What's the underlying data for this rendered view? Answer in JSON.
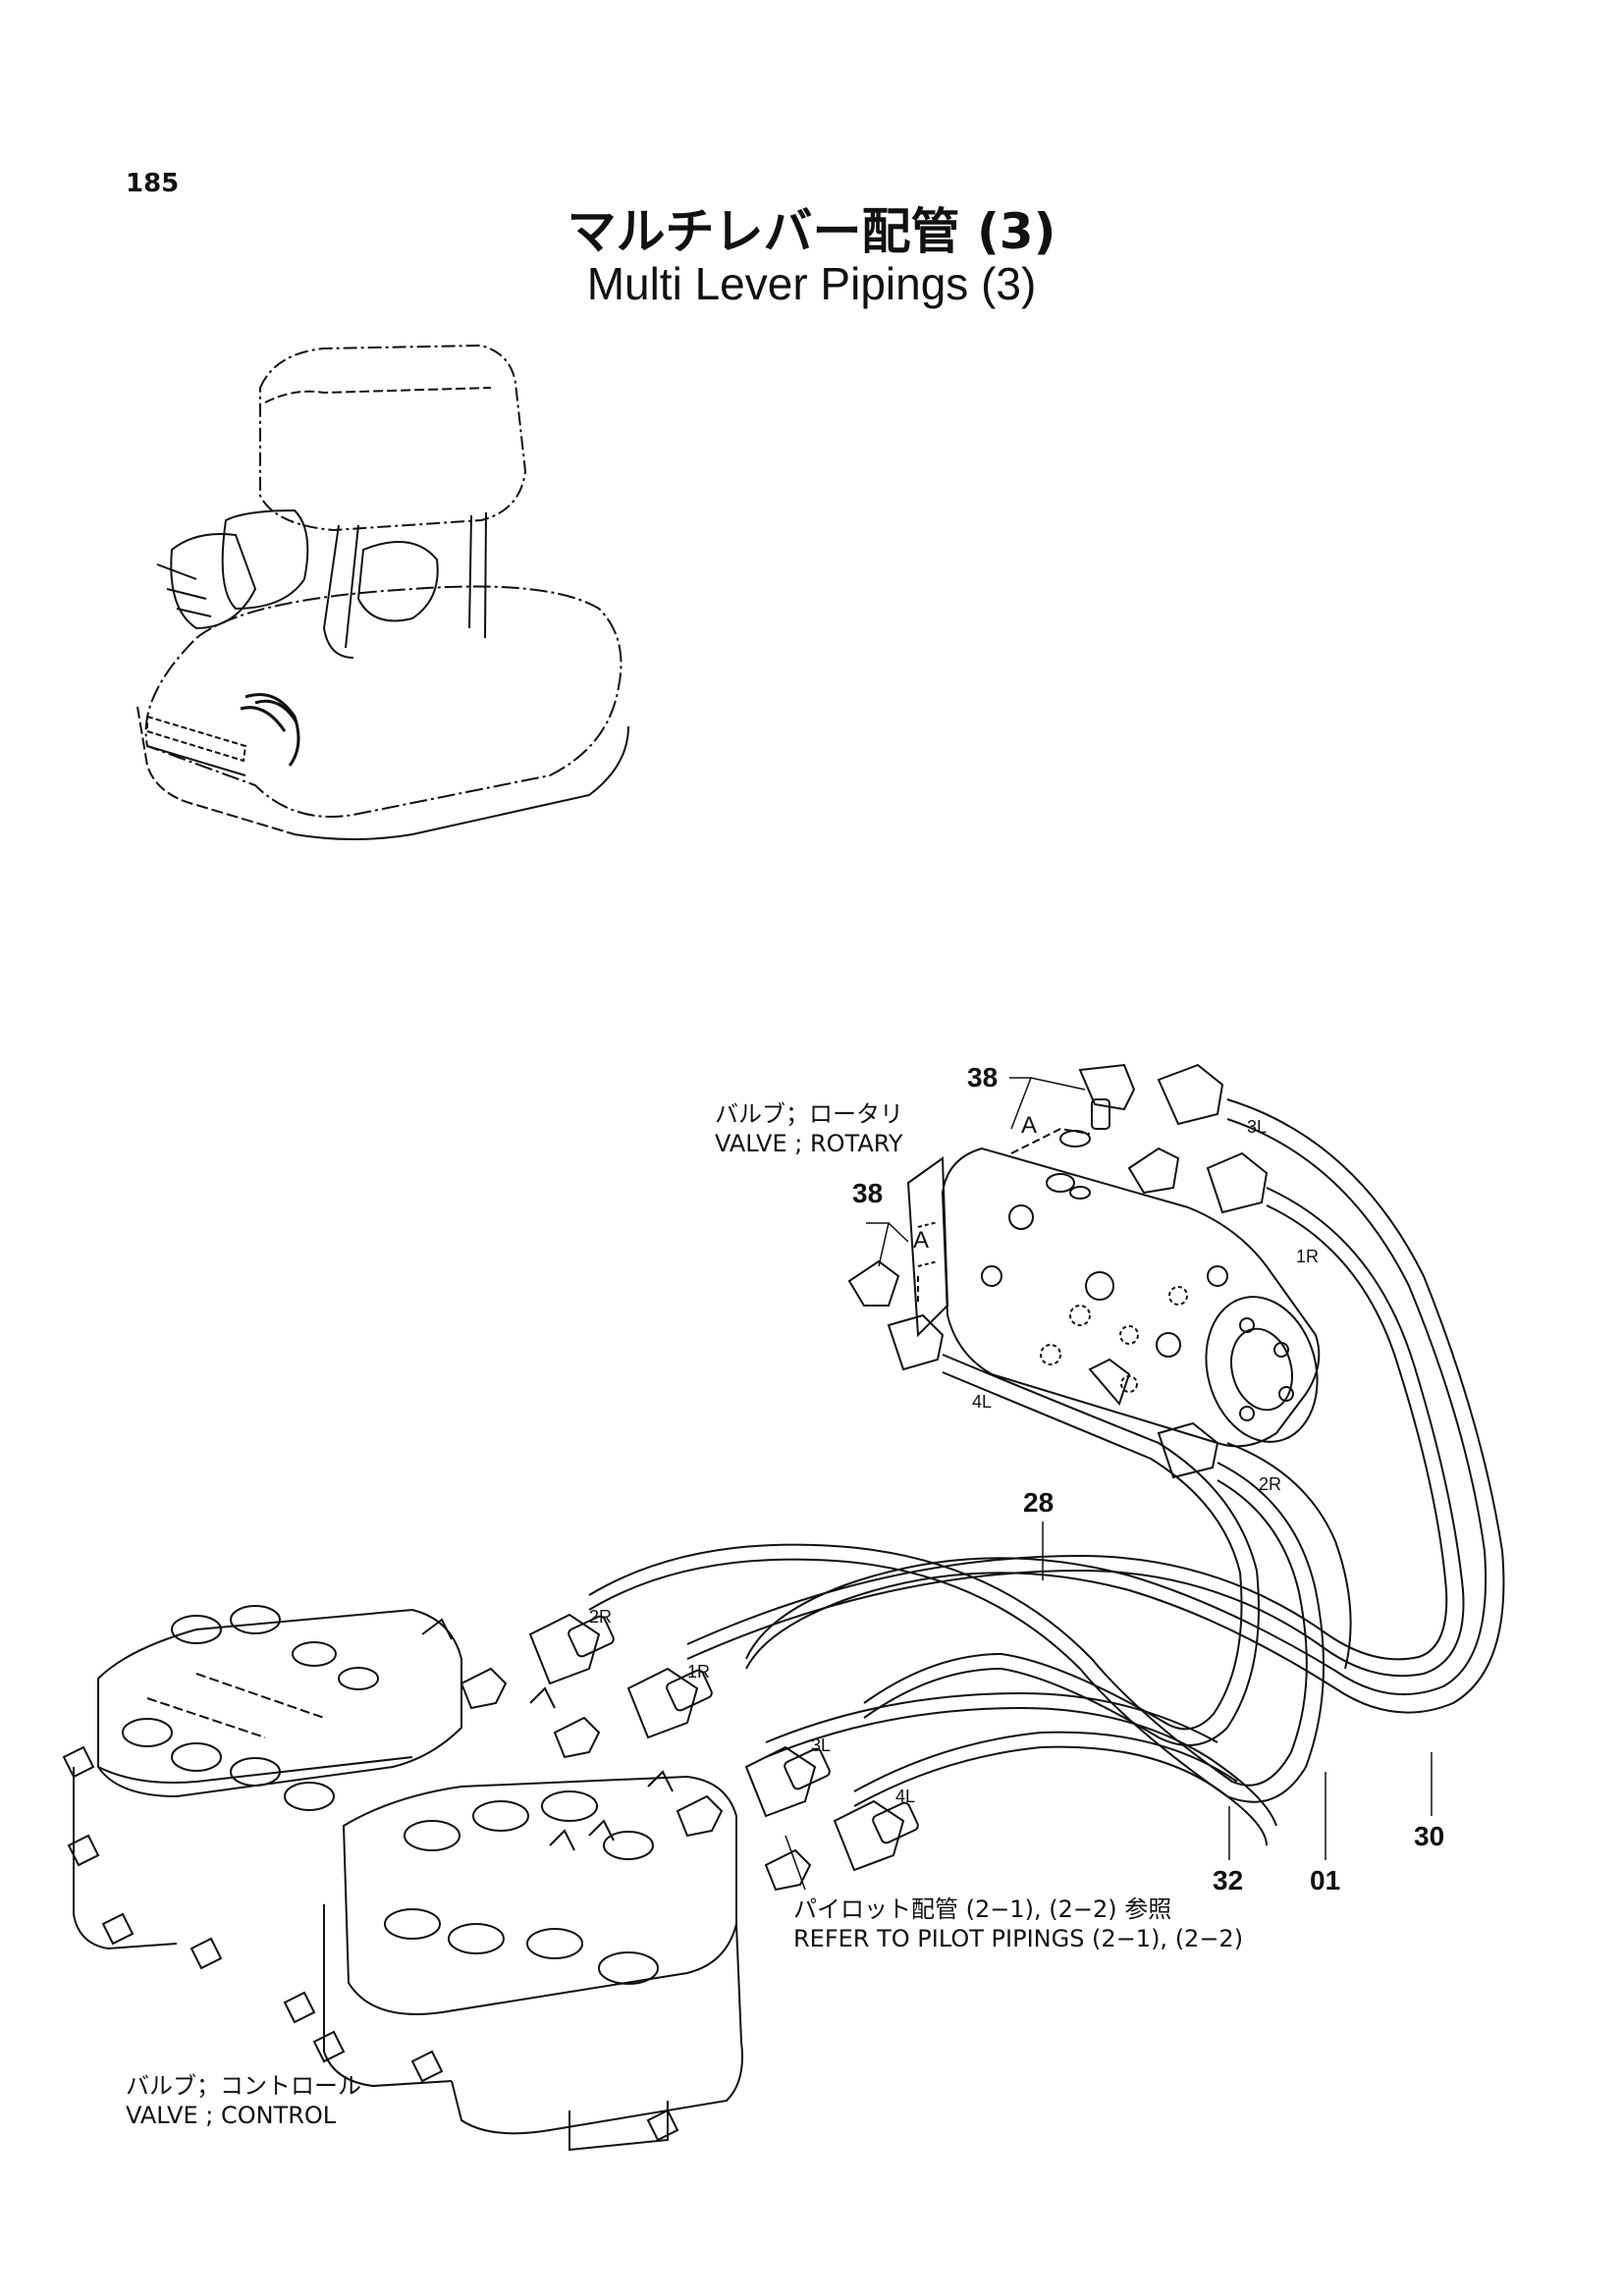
{
  "page": {
    "number": "185",
    "title_jp": "マルチレバー配管 (3)",
    "title_en": "Multi Lever Pipings (3)"
  },
  "labels": {
    "rotary_valve_jp": "バルブ；ロータリ",
    "rotary_valve_en": "VALVE ; ROTARY",
    "control_valve_jp": "バルブ；コントロール",
    "control_valve_en": "VALVE ; CONTROL",
    "pilot_ref_jp": "パイロット配管 (2−1), (2−2) 参照",
    "pilot_ref_en": "REFER TO PILOT PIPINGS (2−1), (2−2)"
  },
  "callouts": {
    "c38_top": "38",
    "c38_left": "38",
    "c28": "28",
    "c30": "30",
    "c32": "32",
    "c01": "01",
    "view_a_top": "A",
    "view_a_left": "A"
  },
  "ports": {
    "rotary_3L": "3L",
    "rotary_1R": "1R",
    "rotary_4L": "4L",
    "rotary_2R": "2R",
    "control_2R": "2R",
    "control_1R": "1R",
    "control_3L": "3L",
    "control_4L": "4L"
  }
}
